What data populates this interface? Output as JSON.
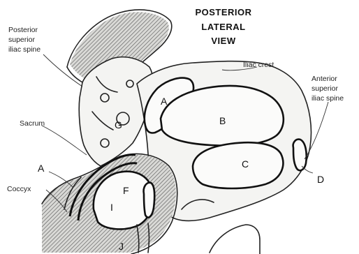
{
  "title": {
    "line1": "POSTERIOR",
    "line2": "LATERAL",
    "line3": "VIEW"
  },
  "labels": {
    "psis": [
      "Posterior",
      "superior",
      "iliac spine"
    ],
    "iliac_crest": "Iliac crest",
    "asis": [
      "Anterior",
      "superior",
      "iliac spine"
    ],
    "sacrum": "Sacrum",
    "coccyx": "Coccyx"
  },
  "letters": {
    "A_top": "A",
    "A_left": "A",
    "B": "B",
    "C": "C",
    "D": "D",
    "F": "F",
    "G": "G",
    "I": "I",
    "J": "J"
  }
}
